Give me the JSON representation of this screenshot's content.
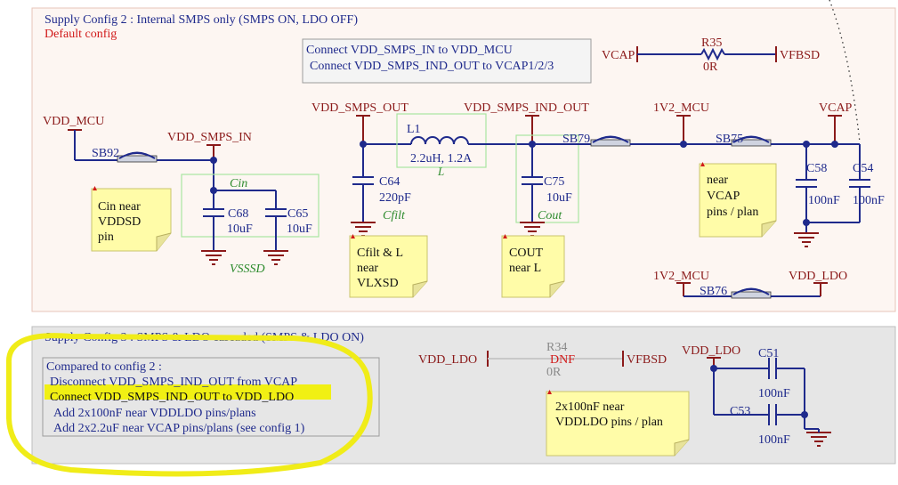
{
  "colors": {
    "wire": "#1f2a8c",
    "net_label": "#8b1a1a",
    "component": "#8b1a1a",
    "box_green": "#a8e6a1",
    "note_fill": "#fffca8",
    "section1_fill": "#fdf6f2",
    "section2_fill": "#e6e6e6",
    "highlight": "#f1f013"
  },
  "section1": {
    "title": "Supply Config 2 : Internal SMPS only (SMPS ON, LDO OFF)",
    "subtitle": "Default config",
    "info_lines": [
      "Connect VDD_SMPS_IN to VDD_MCU",
      "Connect VDD_SMPS_IND_OUT to VCAP1/2/3"
    ],
    "nets": {
      "vdd_mcu": "VDD_MCU",
      "vdd_smps_in": "VDD_SMPS_IN",
      "vdd_smps_out": "VDD_SMPS_OUT",
      "vdd_smps_ind_out": "VDD_SMPS_IND_OUT",
      "v1v2_mcu": "1V2_MCU",
      "vcap": "VCAP",
      "vfbsd": "VFBSD",
      "vdd_ldo": "VDD_LDO"
    },
    "r35": {
      "ref": "R35",
      "value": "0R"
    },
    "l1": {
      "ref": "L1",
      "value": "2.2uH, 1.2A"
    },
    "bridges": {
      "sb92": "SB92",
      "sb79": "SB79",
      "sb75": "SB75",
      "sb76": "SB76"
    },
    "caps": {
      "c68": {
        "ref": "C68",
        "value": "10uF"
      },
      "c65": {
        "ref": "C65",
        "value": "10uF"
      },
      "c64": {
        "ref": "C64",
        "value": "220pF"
      },
      "c75": {
        "ref": "C75",
        "value": "10uF"
      },
      "c58": {
        "ref": "C58",
        "value": "100nF"
      },
      "c54": {
        "ref": "C54",
        "value": "100nF"
      }
    },
    "groups": {
      "cin": "Cin",
      "vsssd": "VSSSD",
      "cfilt": "Cfilt",
      "cout": "Cout",
      "l": "L"
    },
    "notes": {
      "cin": [
        "Cin near",
        "VDDSD",
        "pin"
      ],
      "cfilt": [
        "Cfilt & L",
        "near",
        "VLXSD"
      ],
      "cout": [
        "COUT",
        "near L"
      ],
      "near_vcap": [
        "near",
        "VCAP",
        "pins / plan"
      ]
    }
  },
  "section2": {
    "title": "Supply Config 3 : SMPS & LDO cascaded (SMPS & LDO ON)",
    "compare_lines": [
      "Compared to config 2 :",
      "Disconnect VDD_SMPS_IND_OUT from VCAP",
      "Connect VDD_SMPS_IND_OUT to VDD_LDO",
      "Add 2x100nF near VDDLDO pins/plans",
      "Add 2x2.2uF near VCAP pins/plans (see config 1)"
    ],
    "nets": {
      "vdd_ldo_left": "VDD_LDO",
      "vfbsd": "VFBSD",
      "vdd_ldo_right": "VDD_LDO"
    },
    "r34": {
      "ref": "R34",
      "dnf": "DNF",
      "value": "0R"
    },
    "caps": {
      "c51": {
        "ref": "C51",
        "value": "100nF"
      },
      "c53": {
        "ref": "C53",
        "value": "100nF"
      }
    },
    "note": [
      "2x100nF near",
      "VDDLDO pins / plan"
    ]
  }
}
